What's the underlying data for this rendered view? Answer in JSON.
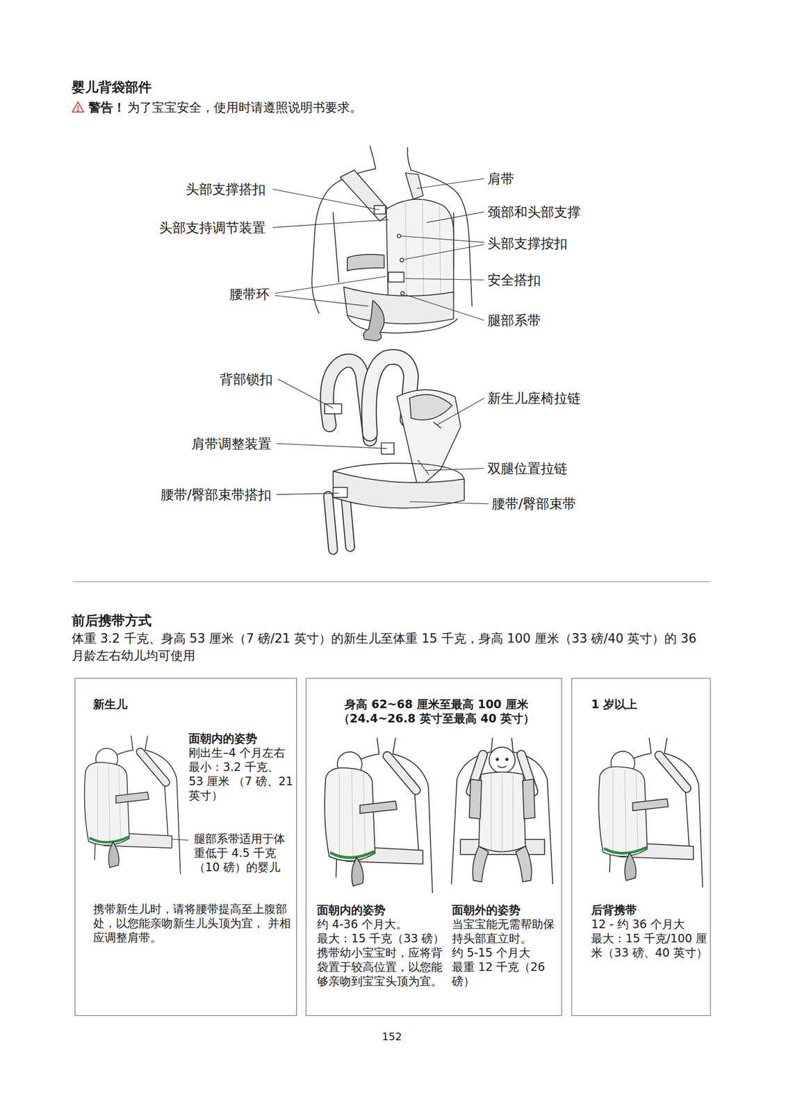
{
  "diagram": {
    "title": "婴儿背袋部件",
    "nodes": [
      {
        "text": [
          "新生儿",
          "面朝内的姿势",
          "刚出生–4 个月左右",
          "最小：3.2 千克、 53 厘米 （7 磅、21 英寸）",
          "腿部系带适用于体重低于 4.5 千克（10 磅）的婴儿",
          "携带新生儿时，请将腰带提高至上腹部处，以您能亲吻新生儿头顶为宜， 并相应调整肩带。"
        ]
      },
      {
        "text": [
          "身高 62~68 厘米至最高 100 厘米 （24.4~26.8 英寸至最高 40 英寸）",
          "面朝内的姿势",
          "约 4-36 个月大。",
          "最大：15 千克（33 磅）",
          "携带幼小宝宝时，应将背袋置于较高位置，以您能够亲吻到宝宝头顶为宜。",
          "面朝外的姿势",
          "当宝宝能无需帮助保持头部直立时。",
          "约 5-15 个月大",
          "最重 12 千克（26 磅）"
        ]
      },
      {
        "text": [
          "1 岁以上",
          "后背携带",
          "12 - 约 36 个月大",
          "最大：15 千克/100 厘米（33 磅、40 英寸）"
        ]
      }
    ],
    "labels": [
      "警告！",
      "为了宝宝安全，使用时请遵照说明书要求。",
      "头部支撑搭扣",
      "头部支持调节装置",
      "腰带环",
      "肩带",
      "颈部和头部支撑",
      "头部支撑按扣",
      "安全搭扣",
      "腿部系带",
      "背部锁扣",
      "肩带调整装置",
      "腰带/臀部束带搭扣",
      "新生儿座椅拉链",
      "双腿位置拉链",
      "腰带/臀部束带",
      "前后携带方式",
      "体重 3.2 千克、身高 53 厘米（7 磅/21 英寸）的新生儿至体重 15 千克，身高 100 厘米（33 磅/40 英寸）的 36 月龄左右幼儿均可使用",
      "152"
    ]
  }
}
